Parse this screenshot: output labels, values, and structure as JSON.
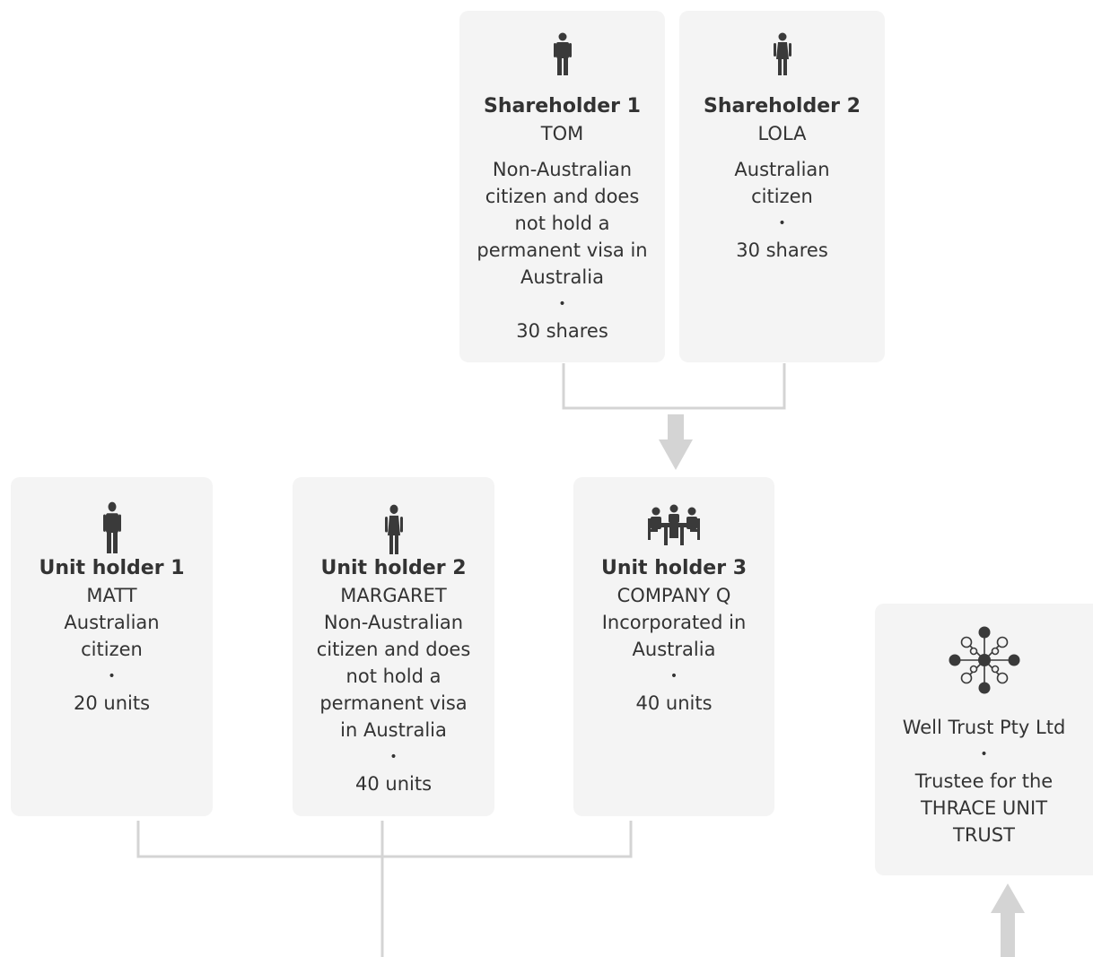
{
  "shareholders": [
    {
      "title": "Shareholder 1",
      "name": "TOM",
      "desc_lines": [
        "Non-Australian",
        "citizen and does",
        "not hold a",
        "permanent visa in",
        "Australia"
      ],
      "bullet": "•",
      "amount": "30 shares",
      "icon": "man-icon"
    },
    {
      "title": "Shareholder 2",
      "name": "LOLA",
      "desc_lines": [
        "Australian",
        "citizen"
      ],
      "bullet": "•",
      "amount": "30 shares",
      "icon": "woman-icon"
    }
  ],
  "unit_holders": [
    {
      "title": "Unit holder 1",
      "name": "MATT",
      "desc_lines": [
        "Australian",
        "citizen"
      ],
      "bullet": "•",
      "amount": "20 units",
      "icon": "man-icon"
    },
    {
      "title": "Unit holder 2",
      "name": "MARGARET",
      "desc_lines": [
        "Non-Australian",
        "citizen and does",
        "not hold a",
        "permanent visa",
        "in Australia"
      ],
      "bullet": "•",
      "amount": "40 units",
      "icon": "woman-icon"
    },
    {
      "title": "Unit holder 3",
      "name": "COMPANY Q",
      "desc_lines": [
        "Incorporated in",
        "Australia"
      ],
      "bullet": "•",
      "amount": "40 units",
      "icon": "meeting-table-icon"
    }
  ],
  "trustee": {
    "name": "Well Trust Pty Ltd",
    "bullet": "•",
    "desc_lines": [
      "Trustee for the",
      "THRACE UNIT",
      "TRUST"
    ],
    "icon": "network-icon"
  },
  "colors": {
    "card_bg": "#f4f4f4",
    "text": "#333333",
    "connector": "#d4d4d4",
    "icon": "#3a3a3a"
  }
}
